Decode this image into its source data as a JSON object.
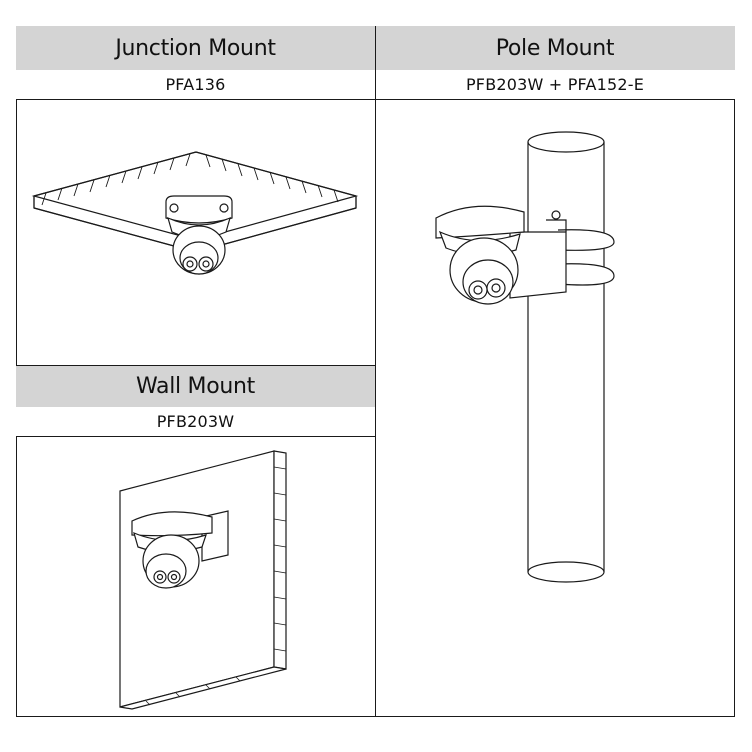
{
  "junction": {
    "title": "Junction Mount",
    "model": "PFA136"
  },
  "pole": {
    "title": "Pole Mount",
    "model": "PFB203W + PFA152-E"
  },
  "wall": {
    "title": "Wall Mount",
    "model": "PFB203W"
  },
  "colors": {
    "header_bg": "#d4d4d4",
    "line": "#1a1a1a",
    "background": "#ffffff"
  }
}
